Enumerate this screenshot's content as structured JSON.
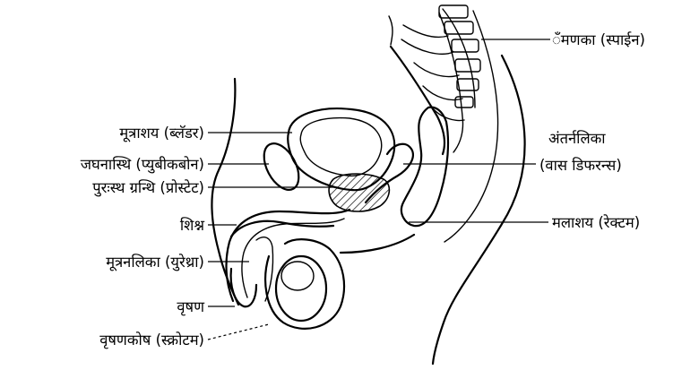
{
  "labels": {
    "spine": "ँमणका (स्पाईन)",
    "bladder": "मूत्राशय (ब्लॅडर)",
    "pubic_bone": "जघनास्थि (प्युबीकबोन)",
    "prostate": "पुरःस्थ ग्रन्थि (प्रोस्टेट)",
    "penis": "शिश्न",
    "urethra": "मूत्रनलिका (युरेथ्रा)",
    "testis": "वृषण",
    "scrotum": "वृषणकोष (स्क्रोटम)",
    "vas_deferens_line1": "अंतर्नलिका",
    "vas_deferens_line2": "(वास डिफरन्स)",
    "rectum": "मलाशय (रेक्टम)"
  }
}
